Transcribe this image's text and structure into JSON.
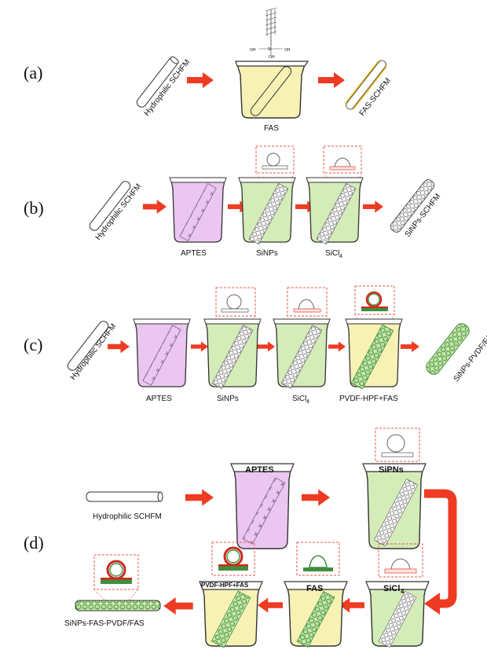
{
  "panels": {
    "a": {
      "label": "(a)",
      "input": "Hydrophilic SCHFM",
      "beaker": "FAS",
      "output": "FAS-SCHFM",
      "molecule": {
        "group_a": "OH",
        "group_b": "OH",
        "group_c": "OH",
        "atom": "Si"
      }
    },
    "b": {
      "label": "(b)",
      "input": "Hydrophilic SCHFM",
      "steps": [
        "APTES",
        "SiNPs",
        "SiCl",
        "4"
      ],
      "output": "SiNPs-SCHFM"
    },
    "c": {
      "label": "(c)",
      "input": "Hydrophilic SCHFM",
      "steps": [
        "APTES",
        "SiNPs",
        "SiCl",
        "4",
        "PVDF-HPF+FAS"
      ],
      "output": "SiNPs-PVDF/FAS"
    },
    "d": {
      "label": "(d)",
      "input": "Hydrophilic SCHFM",
      "steps": [
        "APTES",
        "SiPNs",
        "SiCl",
        "4",
        "FAS",
        "PVDF-HPF+FAS"
      ],
      "output": "SiNPs-FAS-PVDF/FAS"
    }
  },
  "colors": {
    "arrow": "#ee3b22",
    "fas_liquid": "#f7f2b4",
    "aptes_liquid": "#ebc6f0",
    "sinps_liquid": "#d4ecb8",
    "dashed_box": "#e8554a",
    "coating": "#f0c020"
  }
}
